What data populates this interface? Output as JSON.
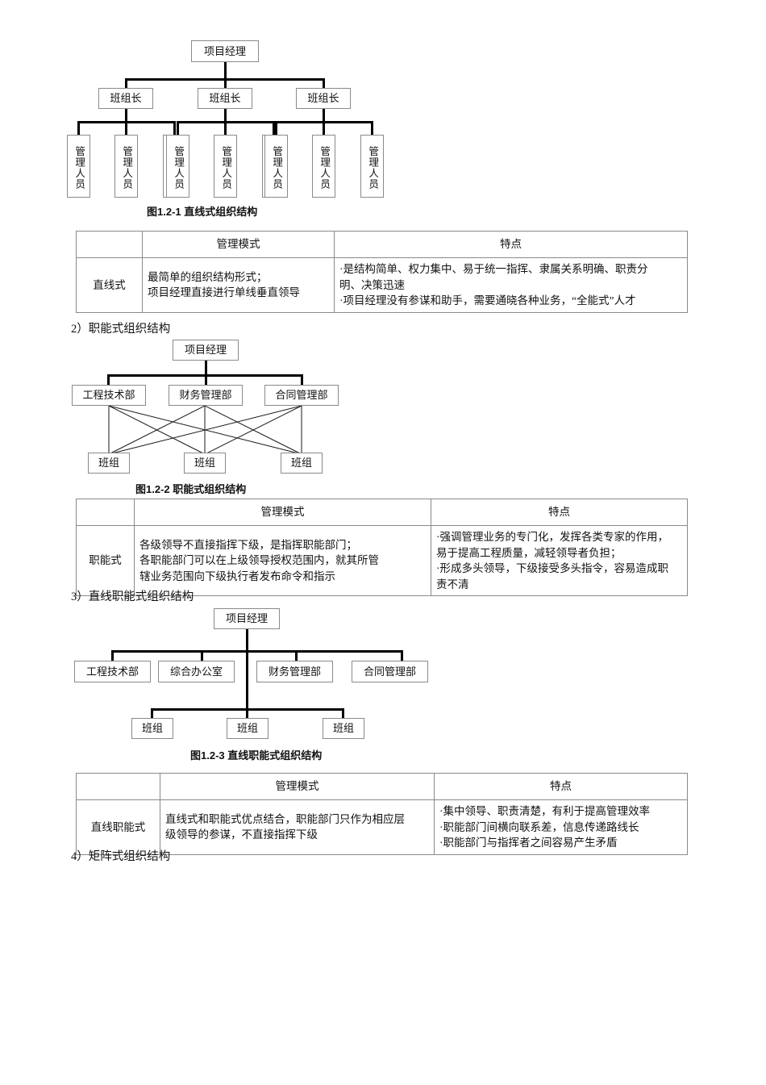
{
  "figure1": {
    "caption": "图1.2-1 直线式组织结构",
    "root": "项目经理",
    "leaders": [
      "班组长",
      "班组长",
      "班组长"
    ],
    "staff_label": "管理人员",
    "staff": [
      [
        "管理人员",
        "管理人员",
        "管理人员"
      ],
      [
        "管理人员",
        "管理人员",
        "管理人员"
      ],
      [
        "管理人员",
        "管理人员",
        "管理人员"
      ]
    ]
  },
  "table1": {
    "headers": [
      "",
      "管理模式",
      "特点"
    ],
    "row": {
      "name": "直线式",
      "mode": [
        "最简单的组织结构形式；",
        "项目经理直接进行单线垂直领导"
      ],
      "features": [
        "·是结构简单、权力集中、易于统一指挥、隶属关系明确、职责分",
        "明、决策迅速",
        "·项目经理没有参谋和助手，需要通晓各种业务，“全能式”人才"
      ]
    }
  },
  "heading2": "2）职能式组织结构",
  "figure2": {
    "caption": "图1.2-2 职能式组织结构",
    "root": "项目经理",
    "departments": [
      "工程技术部",
      "财务管理部",
      "合同管理部"
    ],
    "teams": [
      "班组",
      "班组",
      "班组"
    ]
  },
  "table2": {
    "headers": [
      "",
      "管理模式",
      "特点"
    ],
    "row": {
      "name": "职能式",
      "mode": [
        "各级领导不直接指挥下级，是指挥职能部门；",
        "各职能部门可以在上级领导授权范围内，就其所管",
        "辖业务范围向下级执行者发布命令和指示"
      ],
      "features": [
        "·强调管理业务的专门化，发挥各类专家的作用，",
        "易于提高工程质量，减轻领导者负担；",
        "·形成多头领导，下级接受多头指令，容易造成职",
        "责不清"
      ]
    }
  },
  "heading3": "3）直线职能式组织结构",
  "figure3": {
    "caption": "图1.2-3 直线职能式组织结构",
    "root": "项目经理",
    "departments": [
      "工程技术部",
      "综合办公室",
      "财务管理部",
      "合同管理部"
    ],
    "teams": [
      "班组",
      "班组",
      "班组"
    ]
  },
  "table3": {
    "headers": [
      "",
      "管理模式",
      "特点"
    ],
    "row": {
      "name": "直线职能式",
      "mode": [
        "直线式和职能式优点结合，职能部门只作为相应层",
        "级领导的参谋，不直接指挥下级"
      ],
      "features": [
        "·集中领导、职责清楚，有利于提高管理效率",
        "·职能部门间横向联系差，信息传递路线长",
        "·职能部门与指挥者之间容易产生矛盾"
      ]
    }
  },
  "heading4": "4）矩阵式组织结构"
}
